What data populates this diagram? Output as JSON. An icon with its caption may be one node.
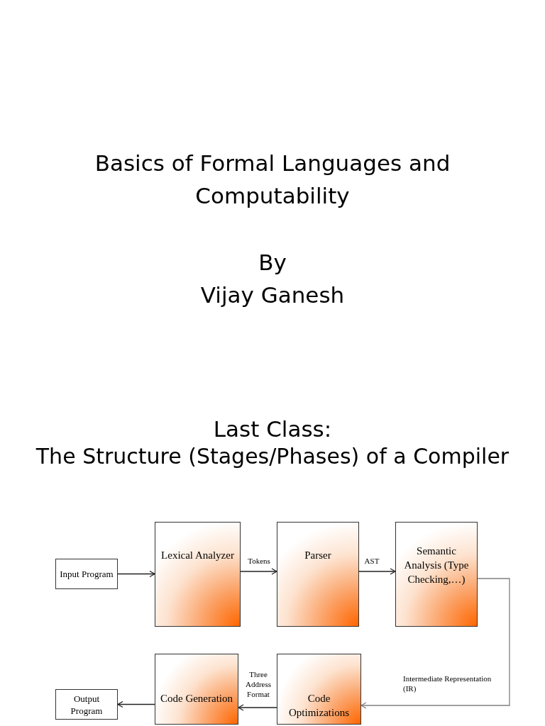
{
  "diagram": {
    "title": "Basics of Formal Languages and Computability",
    "nodes": [
      {
        "text": [
          "Input Program"
        ]
      },
      {
        "text": [
          "Lexical Analyzer"
        ]
      },
      {
        "text": [
          "Parser"
        ]
      },
      {
        "text": [
          "Semantic Analysis (Type Checking,…)"
        ]
      },
      {
        "text": [
          "Code Optimizations"
        ]
      },
      {
        "text": [
          "Code Generation"
        ]
      },
      {
        "text": [
          "Output Program"
        ]
      }
    ],
    "edges": [
      {
        "from": 0,
        "to": 1,
        "arrow": "to"
      },
      {
        "from": 1,
        "to": 2,
        "arrow": "to",
        "label": "Tokens"
      },
      {
        "from": 2,
        "to": 3,
        "arrow": "to",
        "label": "AST"
      },
      {
        "from": 3,
        "to": 4,
        "arrow": "to",
        "label": "Intermediate Representation (IR)",
        "color": "#808080"
      },
      {
        "from": 4,
        "to": 5,
        "arrow": "to",
        "label": "Three Address Format"
      },
      {
        "from": 5,
        "to": 6,
        "arrow": "to"
      }
    ],
    "labels": [
      "By",
      "Vijay Ganesh",
      "Last Class:",
      "The Structure (Stages/Phases) of a Compiler"
    ]
  }
}
